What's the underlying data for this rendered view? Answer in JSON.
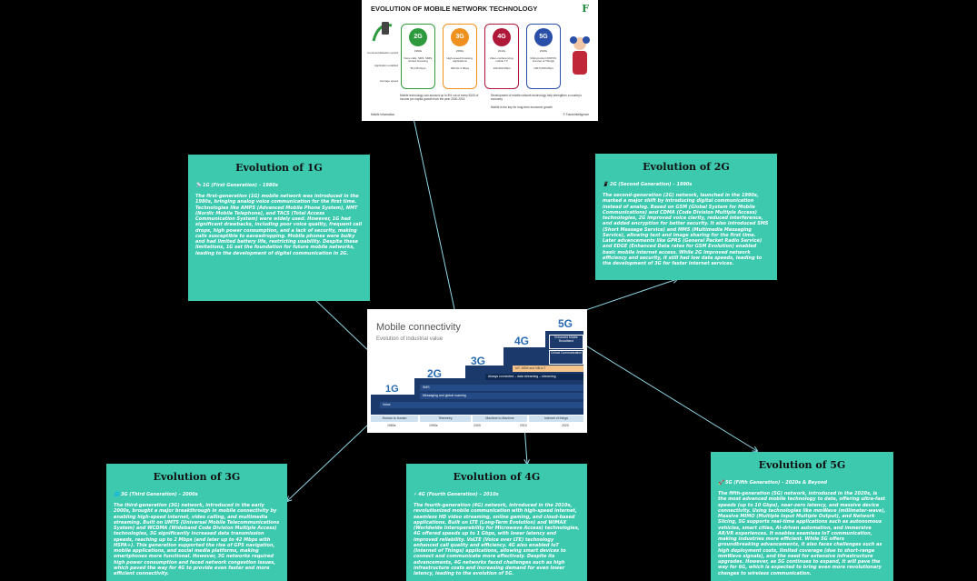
{
  "infographic": {
    "title": "EVOLUTION OF MOBILE NETWORK TECHNOLOGY",
    "logo": "F",
    "row_labels": [
      "Commercialisation period",
      "Application enabled",
      "Average speed"
    ],
    "generations": [
      {
        "name": "2G",
        "color": "#2e9a3e",
        "period": "1990s",
        "application": "Voice calls, SMS, MMS, limited browsing",
        "speed": "56-115 Kbps"
      },
      {
        "name": "3G",
        "color": "#f0901e",
        "period": "2000s",
        "application": "High-speed browsing, applications",
        "speed": "320 Kb-4 Mbps"
      },
      {
        "name": "4G",
        "color": "#b0183a",
        "period": "2010s",
        "application": "Video conferencing, mobile TV",
        "speed": "100-300 Mbps"
      },
      {
        "name": "5G",
        "color": "#2a4fa8",
        "period": "2020s",
        "application": "Multi-product (MIPVS: Internet of Things)",
        "speed": "100-5,000 Mbps"
      }
    ],
    "note_left": "Mobile technology can account up to 8% out of every $100 of income per capita growth from the year 2000-2016",
    "note_right_1": "Development of mobile network technology help strengthen a country's economy",
    "note_right_2": "Mobile is the key for long-term economic growth",
    "source_left": "Mobile Information",
    "source_right": "© FutureIntelligence"
  },
  "cards": {
    "g1": {
      "title": "Evolution of 1G",
      "subtitle": "📡 1G (First Generation) – 1980s",
      "body": "The first-generation (1G) mobile network was introduced in the 1980s, bringing analog voice communication for the first time. Technologies like AMPS (Advanced Mobile Phone System), NMT (Nordic Mobile Telephone), and TACS (Total Access Communication System) were widely used. However, 1G had significant drawbacks, including poor voice quality, frequent call drops, high power consumption, and a lack of security, making calls susceptible to eavesdropping. Mobile phones were bulky and had limited battery life, restricting usability. Despite these limitations, 1G set the foundation for future mobile networks, leading to the development of digital communication in 2G."
    },
    "g2": {
      "title": "Evolution of 2G",
      "subtitle": "📱 2G (Second Generation) – 1990s",
      "body": "The second-generation (2G) network, launched in the 1990s, marked a major shift by introducing digital communication instead of analog. Based on GSM (Global System for Mobile Communications) and CDMA (Code Division Multiple Access) technologies, 2G improved voice clarity, reduced interference, and added encryption for better security. It also introduced SMS (Short Message Service) and MMS (Multimedia Messaging Service), allowing text and image sharing for the first time. Later advancements like GPRS (General Packet Radio Service) and EDGE (Enhanced Data rates for GSM Evolution) enabled basic mobile internet access. While 2G improved network efficiency and security, it still had low data speeds, leading to the development of 3G for faster internet services."
    },
    "g3": {
      "title": "Evolution of 3G",
      "subtitle": "🌐 3G (Third Generation) – 2000s",
      "body": "The third-generation (3G) network, introduced in the early 2000s, brought a major breakthrough in mobile connectivity by enabling high-speed internet, video calling, and multimedia streaming. Built on UMTS (Universal Mobile Telecommunications System) and WCDMA (Wideband Code Division Multiple Access) technologies, 3G significantly increased data transmission speeds, reaching up to 2 Mbps (and later up to 42 Mbps with HSPA+). This generation supported the rise of GPS navigation, mobile applications, and social media platforms, making smartphones more functional. However, 3G networks required high power consumption and faced network congestion issues, which paved the way for 4G to provide even faster and more efficient connectivity."
    },
    "g4": {
      "title": "Evolution of 4G",
      "subtitle": "⚡ 4G (Fourth Generation) – 2010s",
      "body": "The fourth-generation (4G) network, introduced in the 2010s, revolutionized mobile communication with high-speed internet, seamless HD video streaming, online gaming, and cloud-based applications. Built on LTE (Long-Term Evolution) and WiMAX (Worldwide Interoperability for Microwave Access) technologies, 4G offered speeds up to 1 Gbps, with lower latency and improved reliability. VoLTE (Voice over LTE) technology enhanced call quality and efficiency. 4G also enabled IoT (Internet of Things) applications, allowing smart devices to connect and communicate more effectively. Despite its advancements, 4G networks faced challenges such as high infrastructure costs and increasing demand for even lower latency, leading to the evolution of 5G."
    },
    "g5": {
      "title": "Evolution of 5G",
      "subtitle": "🚀 5G (Fifth Generation) – 2020s & Beyond",
      "body": "The fifth-generation (5G) network, introduced in the 2020s, is the most advanced mobile technology to date, offering ultra-fast speeds (up to 10 Gbps), near-zero latency, and massive device connectivity. Using technologies like mmWave (millimeter-wave), Massive MIMO (Multiple Input Multiple Output), and Network Slicing, 5G supports real-time applications such as autonomous vehicles, smart cities, AI-driven automation, and immersive AR/VR experiences. It enables seamless IoT communication, making industries more efficient. While 5G offers groundbreaking advancements, it also faces challenges such as high deployment costs, limited coverage (due to short-range mmWave signals), and the need for extensive infrastructure upgrades. However, as 5G continues to expand, it will pave the way for 6G, which is expected to bring even more revolutionary changes to wireless communication."
    }
  },
  "connectivity": {
    "title": "Mobile connectivity",
    "subtitle": "Evolution of industrial value",
    "gens": [
      "1G",
      "2G",
      "3G",
      "4G",
      "5G"
    ],
    "bars": [
      "Voice",
      "SMS",
      "Messaging and global roaming",
      "Always connected – data streaming – streaming",
      "IoT, M2M and NB-IoT"
    ],
    "boxes": [
      "Enhanced Mobile Broadband",
      "Critical Communication"
    ],
    "eras": [
      "Human to human",
      "Telemetry",
      "Machine to Machine",
      "Internet of things"
    ],
    "years": [
      "1980s",
      "1990s",
      "2000",
      "2010",
      "2020"
    ]
  }
}
